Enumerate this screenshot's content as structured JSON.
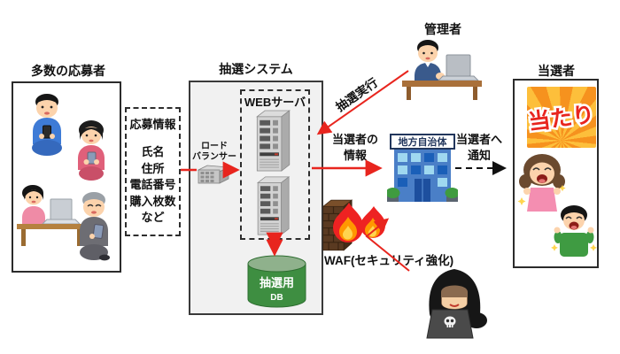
{
  "applicants": {
    "title": "多数の応募者"
  },
  "info_box": {
    "title": "応募情報",
    "lines": [
      "氏名",
      "住所",
      "電話番号",
      "購入枚数",
      "など"
    ]
  },
  "system": {
    "title": "抽選システム",
    "load_balancer": [
      "ロード",
      "バランサー"
    ],
    "web_server_label": "WEBサーバ",
    "db_label_1": "抽選用",
    "db_label_2": "DB"
  },
  "admin": {
    "title": "管理者",
    "action_label": "抽選実行"
  },
  "flows": {
    "winner_info_line1": "当選者の",
    "winner_info_line2": "情報",
    "notify_line1": "当選者へ",
    "notify_line2": "通知"
  },
  "government": {
    "sign": "地方自治体"
  },
  "waf": {
    "label": "WAF(セキュリティ強化)"
  },
  "winners": {
    "title": "当選者",
    "banner": "当たり"
  },
  "colors": {
    "arrow_red": "#e8251e",
    "arrow_black": "#111111",
    "system_box_fill": "#f1f1f1",
    "db_green": "#3e8e41",
    "db_top_green": "#8fb18c",
    "building_blue": "#4a7fc7",
    "window_light": "#9fd8f0",
    "window_dark": "#1a5fb8",
    "banner_orange": "#f6921e",
    "banner_yellow": "#fdbf3b",
    "banner_text_red": "#e8251e",
    "firewall_brown": "#5a3a21"
  }
}
